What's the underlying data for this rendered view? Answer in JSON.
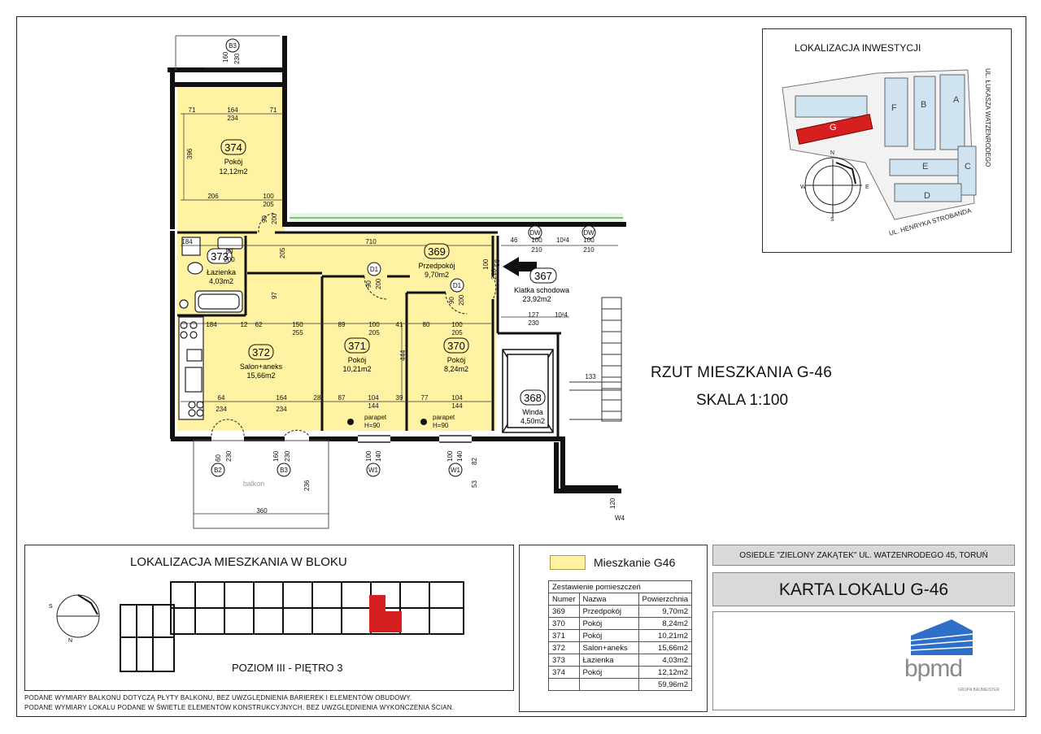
{
  "plan": {
    "title": "RZUT MIESZKANIA  G-46",
    "scale": "SKALA 1:100",
    "rooms": [
      {
        "no": "374",
        "name": "Pokój",
        "area": "12,12m2"
      },
      {
        "no": "373",
        "name": "Łazienka",
        "area": "4,03m2"
      },
      {
        "no": "369",
        "name": "Przedpokój",
        "area": "9,70m2"
      },
      {
        "no": "372",
        "name": "Salon+aneks",
        "area": "15,66m2"
      },
      {
        "no": "371",
        "name": "Pokój",
        "area": "10,21m2"
      },
      {
        "no": "370",
        "name": "Pokój",
        "area": "8,24m2"
      },
      {
        "no": "367",
        "name": "Klatka schodowa",
        "area": "23,92m2"
      },
      {
        "no": "368",
        "name": "Winda",
        "area": "4,50m2"
      }
    ],
    "balcony_label": "balkon",
    "parapet_label": "parapet",
    "parapet_h": "H=90",
    "tags": {
      "b3": "B3",
      "b2": "B2",
      "w1": "W1",
      "d1": "D1",
      "dw": "DW",
      "w4": "W4"
    },
    "dims": {
      "d160": "160",
      "d230": "230",
      "d71": "71",
      "d164": "164",
      "d234": "234",
      "d396": "396",
      "d206": "206",
      "d100": "100",
      "d205": "205",
      "d184": "184",
      "d80": "80",
      "d200": "200",
      "d710": "710",
      "d90": "90",
      "d97": "97",
      "d12": "12",
      "d62": "62",
      "d150": "150",
      "d255": "255",
      "d89": "89",
      "d41": "41",
      "d444": "444",
      "d64": "64",
      "d87": "87",
      "d104": "104",
      "d39": "39",
      "d77": "77",
      "d144": "144",
      "d28": "28",
      "d46": "46",
      "d127": "127",
      "d1024": "10²4",
      "d210": "210",
      "d133": "133",
      "d140": "140",
      "d360": "360",
      "d236": "236",
      "d53": "53",
      "d82": "82",
      "d120": "120",
      "d58": "58",
      "d60": "60"
    }
  },
  "investment_location": {
    "title": "LOKALIZACJA INWESTYCJI",
    "street_right": "UL. ŁUKASZA WATZENRODEGO",
    "street_bottom": "UL. HENRYKA STROBANDA",
    "buildings": [
      "A",
      "B",
      "C",
      "D",
      "E",
      "F",
      "G"
    ],
    "compass": [
      "N",
      "W",
      "E",
      "S"
    ]
  },
  "block_location": {
    "title": "LOKALIZACJA MIESZKANIA W BLOKU",
    "level": "POZIOM III - PIĘTRO 3",
    "compass": [
      "S",
      "N"
    ]
  },
  "legend": {
    "label": "Mieszkanie  G46",
    "swatch_color": "#fff3a3"
  },
  "room_table": {
    "caption": "Zestawienie pomieszczeń",
    "headers": [
      "Numer",
      "Nazwa",
      "Powierzchnia"
    ],
    "rows": [
      [
        "369",
        "Przedpokój",
        "9,70m2"
      ],
      [
        "370",
        "Pokój",
        "8,24m2"
      ],
      [
        "371",
        "Pokój",
        "10,21m2"
      ],
      [
        "372",
        "Salon+aneks",
        "15,66m2"
      ],
      [
        "373",
        "Łazienka",
        "4,03m2"
      ],
      [
        "374",
        "Pokój",
        "12,12m2"
      ]
    ],
    "total": "59,96m2"
  },
  "title_block": {
    "osiedle": "OSIEDLE \"ZIELONY ZAKĄTEK\"  UL. WATZENRODEGO 45, TORUŃ",
    "karta": "KARTA LOKALU G-46",
    "logo": "bpmd",
    "logo_sub": "GRUPA BAUMEISTER"
  },
  "notes": [
    "PODANE WYMIARY BALKONU DOTYCZĄ PŁYTY BALKONU, BEZ UWZGLĘDNIENIA BARIEREK I ELEMENTÓW OBUDOWY.",
    "PODANE WYMIARY LOKALU PODANE W ŚWIETLE ELEMENTÓW KONSTRUKCYJNYCH, BEZ UWZGLĘDNIENIA WYKOŃCZENIA ŚCIAN."
  ]
}
